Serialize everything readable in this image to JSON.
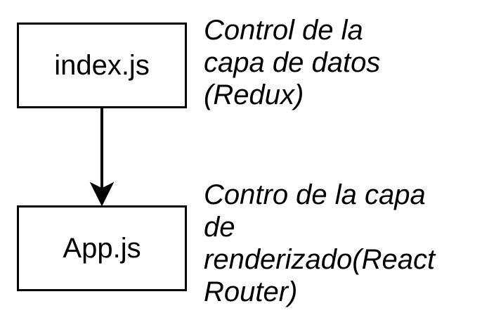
{
  "diagram": {
    "nodes": {
      "index": {
        "label": "index.js"
      },
      "app": {
        "label": "App.js"
      }
    },
    "edges": [
      {
        "from": "index.js",
        "to": "App.js"
      }
    ],
    "notes": {
      "top": "Control de la\ncapa de datos\n(Redux)",
      "bottom": "Contro de la capa\nde\nrenderizado(React\nRouter)"
    }
  }
}
